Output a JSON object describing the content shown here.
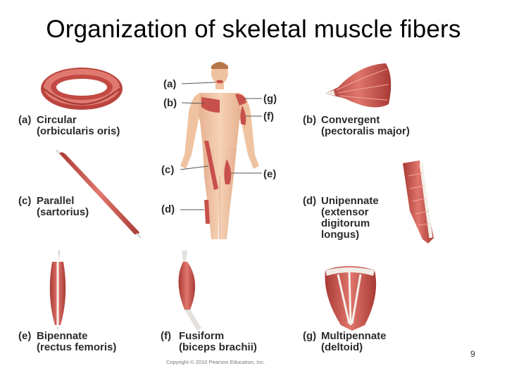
{
  "slide": {
    "title": "Organization of skeletal muscle fibers",
    "page_number": "9",
    "copyright": "Copyright © 2010 Pearson Education, Inc."
  },
  "muscles": [
    {
      "letter": "(a)",
      "type": "Circular",
      "example": "(orbicularis oris)"
    },
    {
      "letter": "(b)",
      "type": "Convergent",
      "example": "(pectoralis major)"
    },
    {
      "letter": "(c)",
      "type": "Parallel",
      "example": "(sartorius)"
    },
    {
      "letter": "(d)",
      "type": "Unipennate",
      "example_lines": [
        "(extensor",
        "digitorum",
        "longus)"
      ]
    },
    {
      "letter": "(e)",
      "type": "Bipennate",
      "example": "(rectus femoris)"
    },
    {
      "letter": "(f)",
      "type": "Fusiform",
      "example": "(biceps brachii)"
    },
    {
      "letter": "(g)",
      "type": "Multipennate",
      "example": "(deltoid)"
    }
  ],
  "body_callouts": [
    "(a)",
    "(b)",
    "(c)",
    "(d)",
    "(e)",
    "(f)",
    "(g)"
  ],
  "colors": {
    "muscle": "#c8504a",
    "muscle_light": "#e88a80",
    "tendon": "#e8e4df",
    "skin": "#f2c9a8",
    "label_text": "#2b2b2b"
  }
}
